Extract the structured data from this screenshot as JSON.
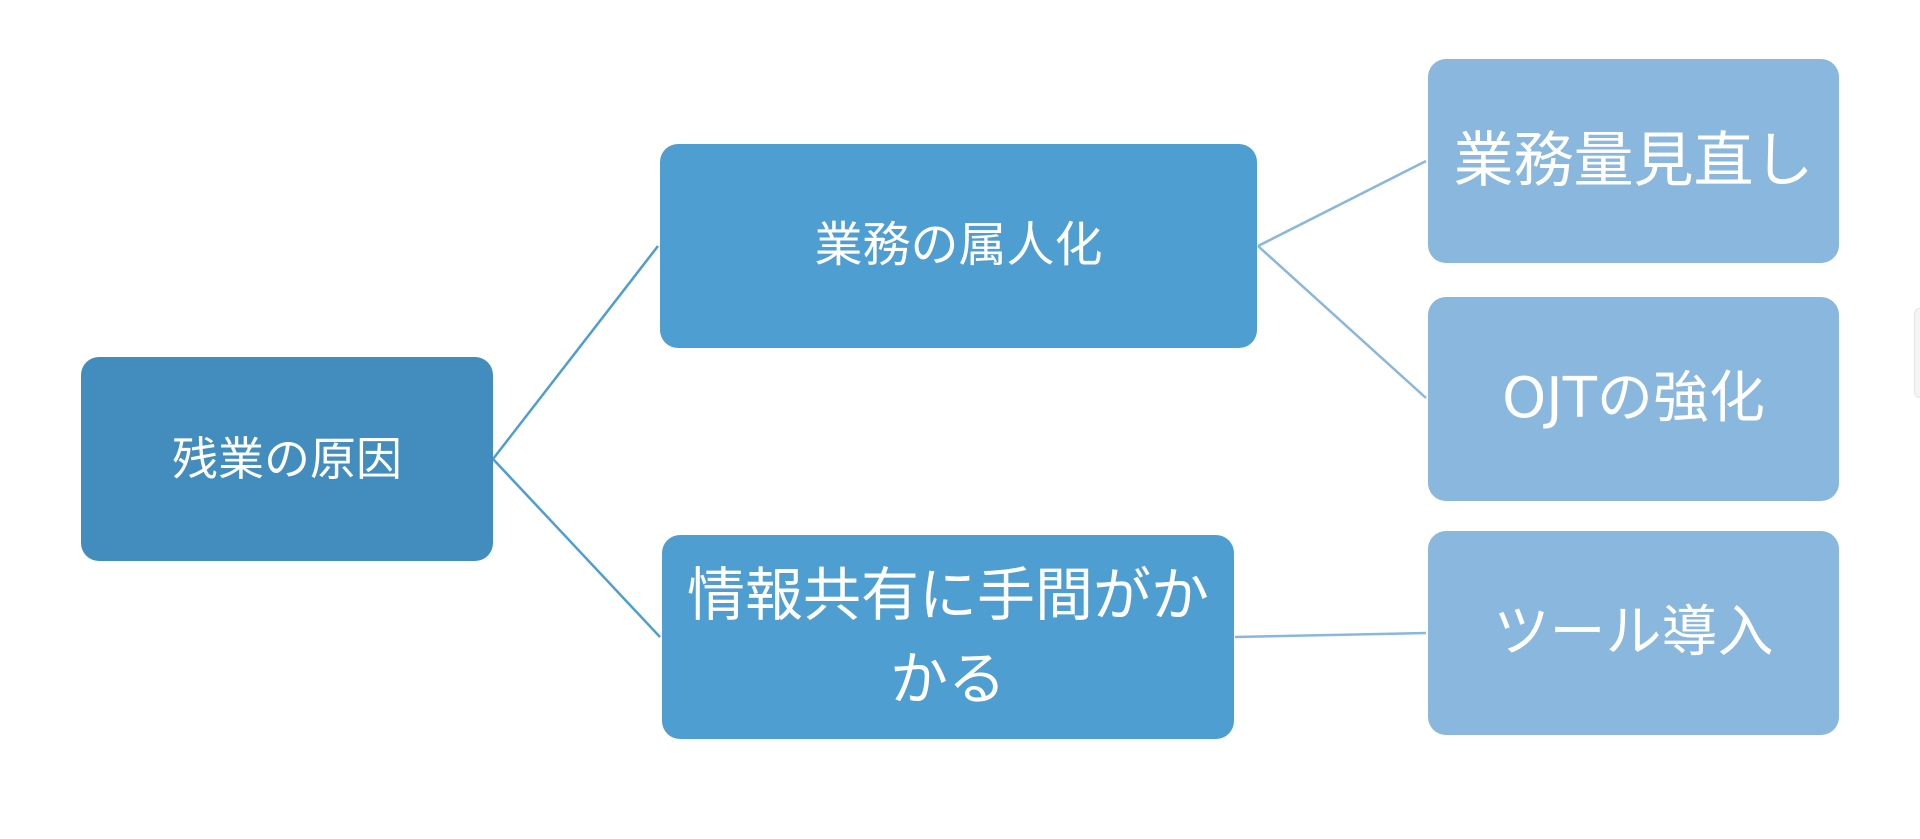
{
  "diagram": {
    "root": {
      "label": "残業の原因"
    },
    "causes": [
      {
        "label": "業務の属人化"
      },
      {
        "label": "情報共有に手間がかかる"
      }
    ],
    "measures": [
      {
        "label": "業務量見直し"
      },
      {
        "label": "OJTの強化"
      },
      {
        "label": "ツール導入"
      }
    ]
  },
  "colors": {
    "root_fill": "#428dbe",
    "cause_fill": "#4f9ed1",
    "measure_fill": "#89b7dd",
    "root_connector": "#4f9ed1",
    "cause_connector": "#89b7dd",
    "text": "#ffffff"
  }
}
